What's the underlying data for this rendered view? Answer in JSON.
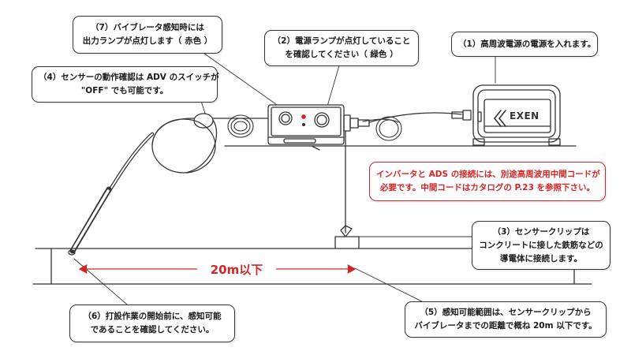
{
  "callouts": {
    "c7": {
      "lines": [
        "（7）バイブレータ感知時には",
        "出力ランプが点灯します（ 赤色 ）"
      ]
    },
    "c2": {
      "lines": [
        "（2）電源ランプが点灯していること",
        "を確認してください（ 緑色 ）"
      ]
    },
    "c1": {
      "lines": [
        "（1）高周波電源の電源を入れます。"
      ]
    },
    "c4": {
      "lines": [
        "（4）センサーの動作確認は ADV のスイッチが",
        "\"OFF\" でも可能です。"
      ]
    },
    "note": {
      "lines": [
        "インバータと ADS の接続には、別途高周波用中間コードが",
        "必要です。中間コードはカタログの P.23 を参照下さい。"
      ]
    },
    "c3": {
      "lines": [
        "（3）センサークリップは",
        "コンクリートに接した鉄筋などの",
        "導電体に接続します。"
      ]
    },
    "c6": {
      "lines": [
        "（6）打設作業の開始前に、感知可能",
        "であることを確認してください。"
      ]
    },
    "c5": {
      "lines": [
        "（5）感知可能範囲は、センサークリップから",
        "バイブレータまでの距離で概ね 20m 以下です。"
      ]
    }
  },
  "distance": {
    "label": "20m以下"
  },
  "power_unit": {
    "brand": "EXEN",
    "logo": "chevron-left-icon"
  },
  "colors": {
    "accent_red": "#d32525",
    "line": "#333333"
  }
}
